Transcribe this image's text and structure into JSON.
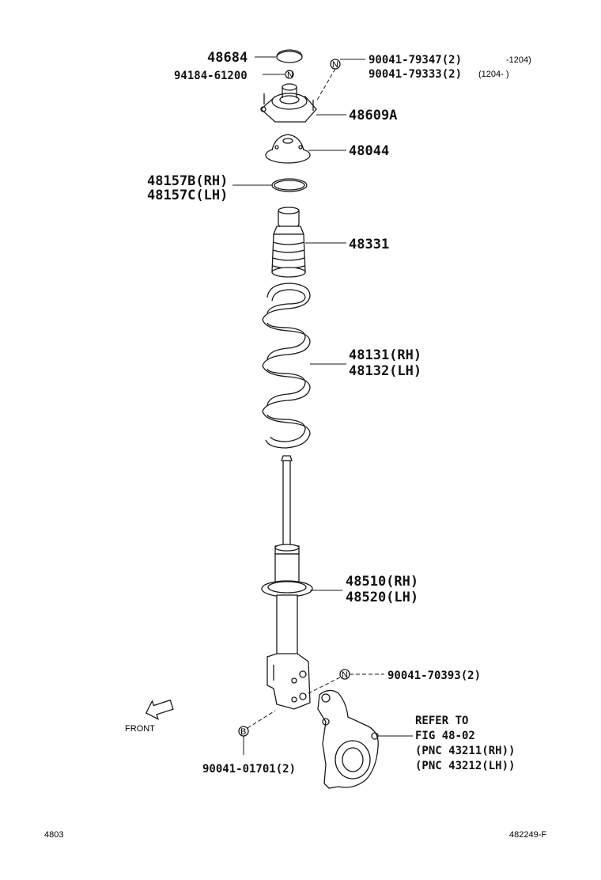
{
  "parts": {
    "cap": "48684",
    "nut_main": "94184-61200",
    "bolt_top_1": "90041-79347(2)",
    "bolt_top_1_range": "-1204)",
    "bolt_top_2": "90041-79333(2)",
    "bolt_top_2_range": "(1204-    )",
    "mount": "48609A",
    "bearing": "48044",
    "spring_seat_rh": "48157B(RH)",
    "spring_seat_lh": "48157C(LH)",
    "bumper": "48331",
    "spring_rh": "48131(RH)",
    "spring_lh": "48132(LH)",
    "absorber_rh": "48510(RH)",
    "absorber_lh": "48520(LH)",
    "nut_lower": "90041-70393(2)",
    "bolt_lower": "90041-01701(2)"
  },
  "refer": {
    "line1": "REFER TO",
    "line2": "FIG 48-02",
    "line3": "(PNC 43211(RH))",
    "line4": "(PNC 43212(LH))"
  },
  "markers": {
    "n": "N",
    "b": "B"
  },
  "front_label": "FRONT",
  "footer": {
    "left": "4803",
    "right": "482249-F"
  }
}
